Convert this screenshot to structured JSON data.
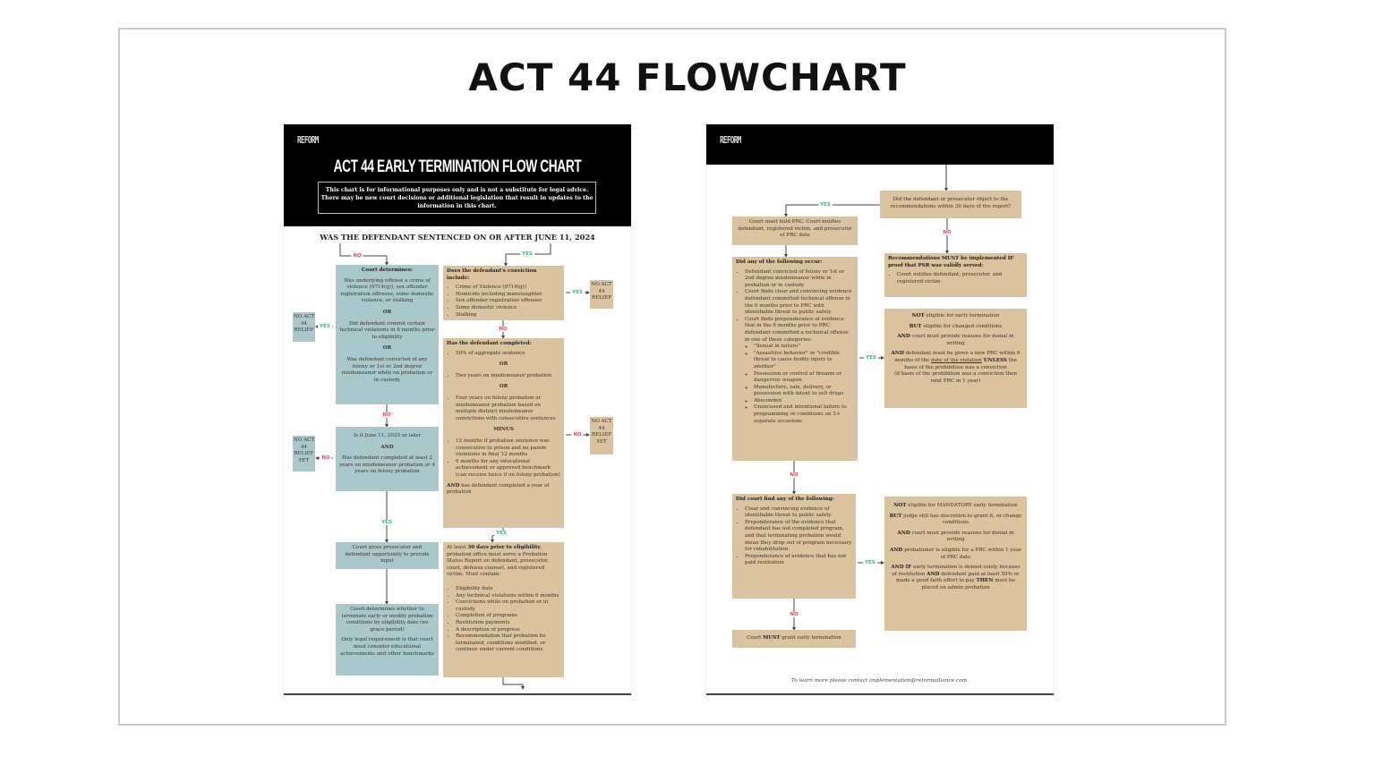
{
  "title": "ACT 44 FLOWCHART",
  "colors": {
    "teal": "#a9c8cb",
    "tan": "#dcc3a0",
    "yes": "#3bb38a",
    "no": "#e0485a",
    "header": "#000000"
  },
  "labels": {
    "yes": "YES",
    "no": "NO"
  },
  "page1": {
    "logo": "REFORM",
    "doc_title": "ACT 44 EARLY TERMINATION FLOW CHART",
    "disclaimer": "This chart is for informational purposes only and is not a substitute for legal advice. There may be new court decisions or additional legislation that result in updates to the information in this chart.",
    "question": "WAS THE DEFENDANT SENTENCED ON OR AFTER JUNE 11, 2024",
    "court_determines": {
      "heading": "Court determines:",
      "a": "Was underlying offense a crime of violence (9714(g)), sex offender registration offenses, some domestic violence, or stalking",
      "or": "OR",
      "b": "Did defendant commit certain technical violations in 6 months prior to eligibility",
      "c": "Was defendant convicted of any felony or 1st or 2nd degree misdemeanor while on probation or in custody"
    },
    "no_relief": "NO ACT 44 RELIEF",
    "no_relief_yet": "NO ACT 44 RELIEF YET",
    "june_2025": {
      "a": "Is it June 11, 2025 or later",
      "and": "AND",
      "b": "Has defendant completed at least 2 years on misdemeanor probation or 4 years on felony probation"
    },
    "court_gives": "Court gives prosecutor and defendant opportunity to provide input",
    "court_decides": {
      "a": "Court determines whether to terminate early or modify probation conditions by eligibility date (no grace period)",
      "b": "Only legal requirement is that court must consider educational achievements and other benchmarks"
    },
    "conviction": {
      "heading": "Does the defendant's conviction include:",
      "items": [
        "Crime of Violence (9714(g))",
        "Homicide including manslaughter",
        "Sex offender registration offenses",
        "Some domestic violence",
        "Stalking"
      ]
    },
    "completed": {
      "heading": "Has the defendant completed:",
      "i1": "50% of aggregate sentence",
      "or": "OR",
      "i2": "Two years on misdemeanor probation",
      "i3": "Four years on felony probation or misdemeanor probation based on multiple distinct misdemeanor convictions with consecutive sentences",
      "minus": "MINUS",
      "m1": "12 months if probation sentence was consecutive to prison and no parole violations in final 12 months",
      "m2": "6 months for any educational achievement or approved benchmark (can receive twice if on felony probation)",
      "and_bold": "AND",
      "and_rest": " has defendant completed a year of probation"
    },
    "psr": {
      "pre": "At least ",
      "bold": "30 days prior to eligibility",
      "post": ", probation office must serve a Probation Status Report on defendant, prosecutor, court, defense counsel, and registered victim. Must contain:",
      "items": [
        "Eligibility date",
        "Any technical violations within 6 months",
        "Convictions while on probation or in custody",
        "Completion of programs",
        "Restitution payments",
        "A description of progress",
        "Recommendation that probation be terminated, conditions modified, or continue under current conditions"
      ]
    }
  },
  "page2": {
    "logo": "REFORM",
    "object_q": "Did the defendant or prosecutor object to the recommendations within 30 days of the report?",
    "hold_prc": "Court must hold PRC. Court notifies defendant, registered victim, and prosecutor of PRC date",
    "recommend": {
      "heading": "Recommendations MUST be implemented IF proof that PSR was validly served:",
      "items": [
        "Court notifies defendant, prosecutor, and registered victim"
      ]
    },
    "did_any": {
      "heading": "Did any of the following occur:",
      "items": [
        "Defendant convicted of felony or 1st or 2nd degree misdemeanor while in probation or in custody",
        "Court finds clear and convincing evidence defendant committed technical offense in the 6 months prior to PRC with identifiable threat to public safety",
        "Court finds preponderance of evidence that in the 6 months prior to PRC defendant committed a technical offense in one of these categories:"
      ],
      "sub": [
        "\"Sexual in nature\"",
        "\"Assaultive behavior\" or \"credible threat to cause bodily injury to another\"",
        "Possession or control of firearm or dangerous weapon",
        "Manufacture, sale, delivery, or possession with intent to sell drugs",
        "Absconded",
        "Unexcused and intentional failure to programming or conditions on 3+ separate occasions"
      ]
    },
    "not_eligible": {
      "l1b": "NOT",
      "l1": " eligible for early termination",
      "l2b": "BUT",
      "l2": " eligible for changed conditions",
      "l3b": "AND",
      "l3": " court must provide reasons for denial in writing",
      "l4b": "AND",
      "l4a": " defendant must be given a new PRC within 6 months of the ",
      "l4u": "date of the violation",
      "l4c": " UNLESS",
      "l4d": " the basis of the prohibition was a conviction",
      "l5": "(if basis of the prohibition was a conviction then next PRC in 1 year)"
    },
    "did_court": {
      "heading": "Did court find any of the following:",
      "items": [
        "Clear and convincing evidence of identifiable threat to public safety",
        "Preponderance of the evidence that defendant has not completed program, and that terminating probation would mean they drop out of program necessary for rehabilitation.",
        "Preponderance of evidence that has not paid restitution"
      ]
    },
    "not_mandatory": {
      "l1b": "NOT",
      "l1": " eligible for MANDATORY early termination",
      "l2b": "BUT",
      "l2": " judge still has discretion to grant it, or change conditions",
      "l3b": "AND",
      "l3": " court must provide reasons for denial in writing",
      "l4b": "AND",
      "l4": " probationer is eligible for a PRC within 1 year of PRC date",
      "l5b": "AND IF",
      "l5": " early termination is denied solely because of restitution ",
      "l5c": "AND",
      "l5d": " defendant paid at least 50% or made a good faith effort to pay ",
      "l5e": "THEN",
      "l5f": " must be placed on admin probation"
    },
    "must_grant": {
      "pre": "Court ",
      "bold": "MUST",
      "post": " grant early termination"
    },
    "footer": "To learn more please contact implementation@reformalliance.com."
  }
}
